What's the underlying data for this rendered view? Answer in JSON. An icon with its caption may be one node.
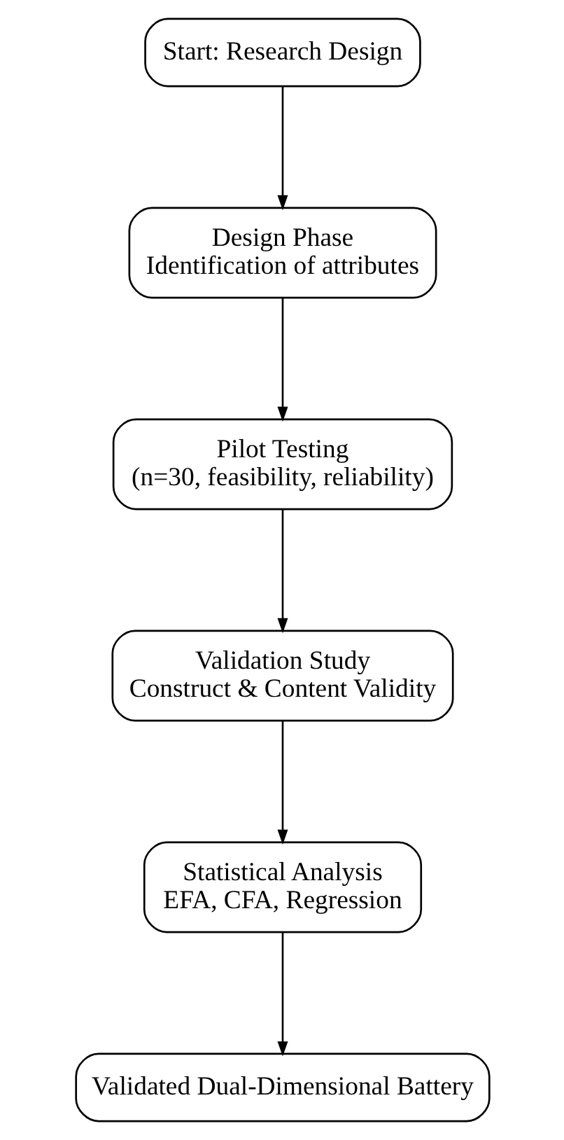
{
  "diagram": {
    "nodes": [
      {
        "text": [
          "Start: Research Design"
        ]
      },
      {
        "text": [
          "Design Phase",
          "Identification of attributes"
        ]
      },
      {
        "text": [
          "Pilot Testing",
          "(n=30, feasibility, reliability)"
        ]
      },
      {
        "text": [
          "Validation Study",
          "Construct & Content Validity"
        ]
      },
      {
        "text": [
          "Statistical Analysis",
          "EFA, CFA, Regression"
        ]
      },
      {
        "text": [
          "Validated Dual-Dimensional Battery"
        ]
      }
    ],
    "edges": [
      {
        "from": 0,
        "to": 1,
        "arrow": "to"
      },
      {
        "from": 1,
        "to": 2,
        "arrow": "to"
      },
      {
        "from": 2,
        "to": 3,
        "arrow": "to"
      },
      {
        "from": 3,
        "to": 4,
        "arrow": "to"
      },
      {
        "from": 4,
        "to": 5,
        "arrow": "to"
      }
    ]
  }
}
